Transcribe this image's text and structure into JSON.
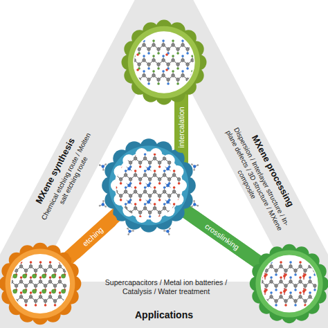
{
  "diagram": {
    "nodes": [
      {
        "text": [
          "intercalation"
        ]
      },
      {
        "text": [
          "etching"
        ]
      },
      {
        "text": [
          "crosslinking"
        ]
      }
    ],
    "labels": [
      "MXene synthesis",
      "Chemical etching route / Molten salt etching route",
      "MXene processing",
      "Dispersion / Interlayer structure / In-plane defects / 3D structure / MXene composite",
      "Applications",
      "Supercapacitors / Metal ion batteries / Catalysis / Water treatment"
    ]
  }
}
